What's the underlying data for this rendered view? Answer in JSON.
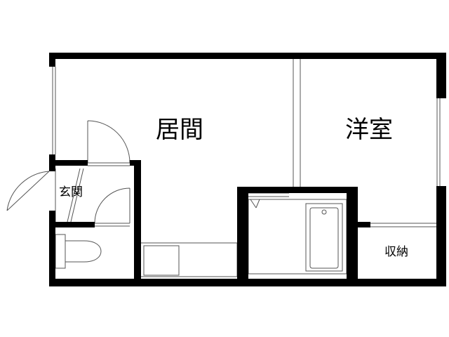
{
  "rooms": {
    "living": "居間",
    "western_room": "洋室",
    "entrance": "玄関",
    "storage": "収納"
  },
  "colors": {
    "wall": "#000000",
    "line": "#555555",
    "background": "#ffffff"
  }
}
